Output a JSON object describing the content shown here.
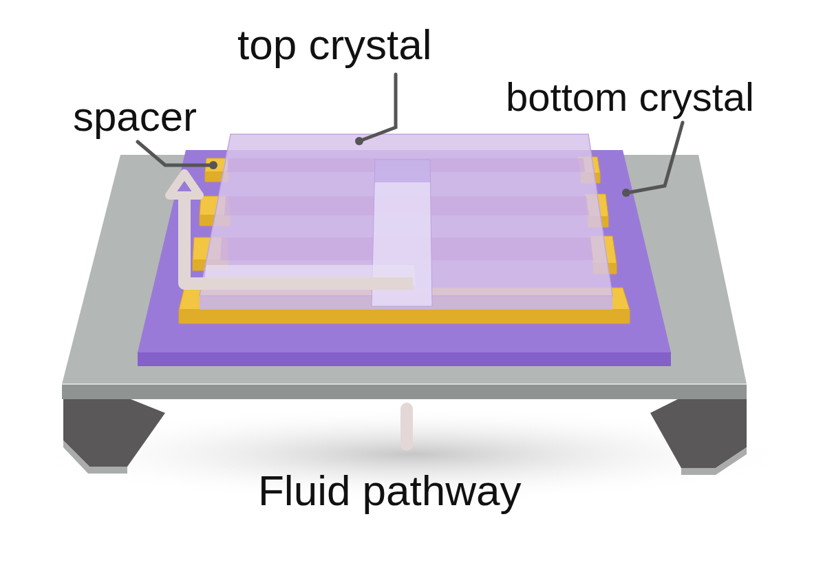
{
  "diagram": {
    "labels": [
      "top crystal",
      "spacer",
      "bottom crystal",
      "Fluid pathway"
    ]
  }
}
